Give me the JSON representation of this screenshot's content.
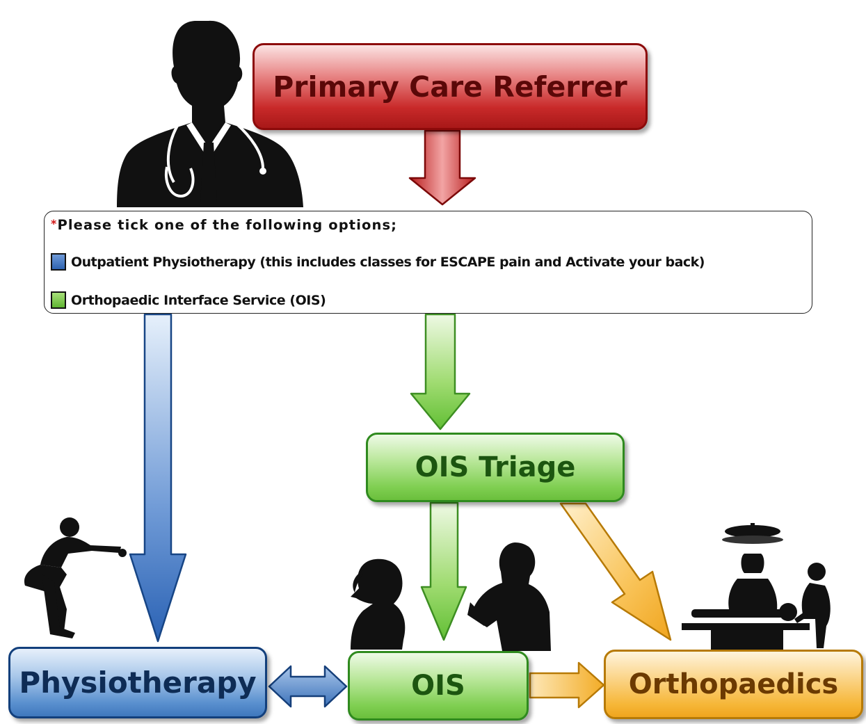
{
  "nodes": {
    "referrer": "Primary Care Referrer",
    "triage": "OIS Triage",
    "physio": "Physiotherapy",
    "ois": "OIS",
    "ortho": "Orthopaedics"
  },
  "options": {
    "required_mark": "*",
    "prompt": "Please tick one of the following options;",
    "items": [
      {
        "label": "Outpatient Physiotherapy (this includes classes for ESCAPE pain and Activate your back)",
        "color": "#2d62b0"
      },
      {
        "label": "Orthopaedic Interface Service (OIS)",
        "color": "#5fb531"
      }
    ]
  },
  "colors": {
    "red": "#c92a2a",
    "blue": "#3f78bd",
    "green": "#80cf52",
    "orange": "#f6b739"
  },
  "illustrations": [
    "doctor-silhouette-icon",
    "squatting-person-icon",
    "consultation-people-icon",
    "surgery-team-icon"
  ]
}
